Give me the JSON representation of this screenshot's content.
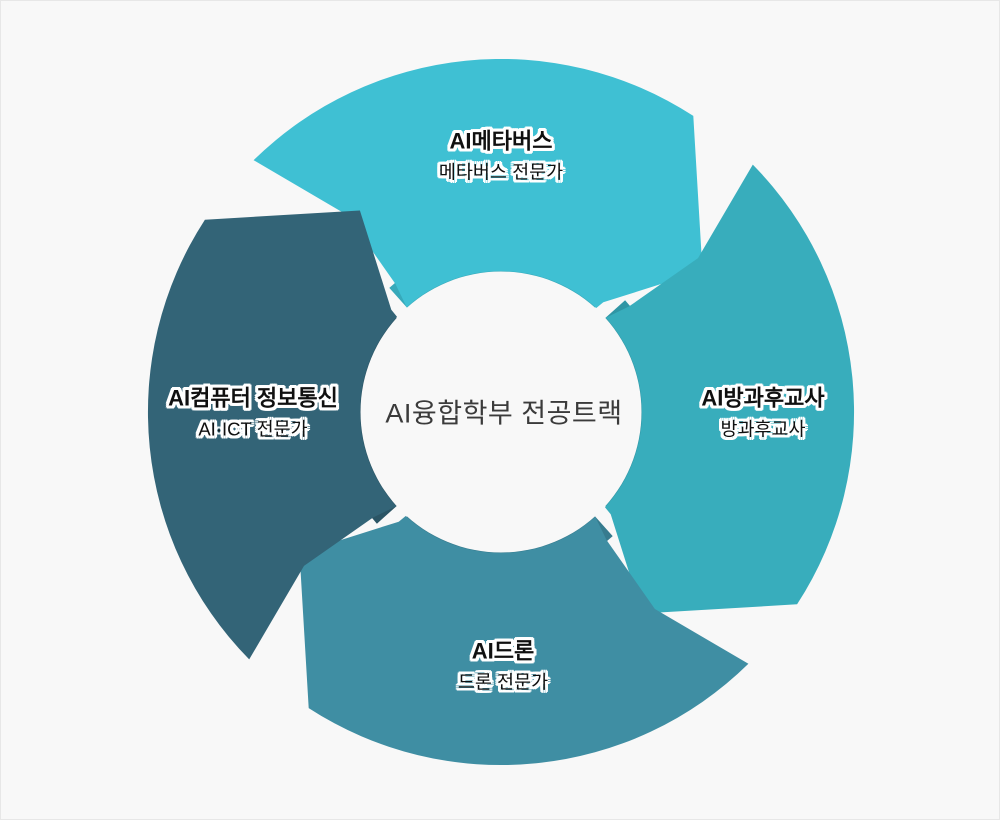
{
  "page": {
    "background": "#f8f8f8",
    "border_color": "#e7e7e7"
  },
  "center": {
    "label": "AI융합학부 전공트랙",
    "text_color": "#3b3b3b",
    "circle_color": "#f8f8f8"
  },
  "segments": [
    {
      "id": "ai-metaverse",
      "position": "top",
      "title": "AI메타버스",
      "subtitle": "메타버스 전문가",
      "color": "#3fc0d3",
      "ring_color": "#37a9ba"
    },
    {
      "id": "ai-afterschool-teacher",
      "position": "right",
      "title": "AI방과후교사",
      "subtitle": "방과후교사",
      "color": "#38adbc",
      "ring_color": "#3096a5"
    },
    {
      "id": "ai-drone",
      "position": "bottom",
      "title": "AI드론",
      "subtitle": "드론 전문가",
      "color": "#3f8ea3",
      "ring_color": "#367b8e"
    },
    {
      "id": "ai-computer-ict",
      "position": "left",
      "title": "AI컴퓨터 정보통신",
      "subtitle": "AI·ICT 전문가",
      "color": "#336477",
      "ring_color": "#2b5565"
    }
  ],
  "label_text_color": "#101010",
  "label_outline_color": "#ffffff"
}
